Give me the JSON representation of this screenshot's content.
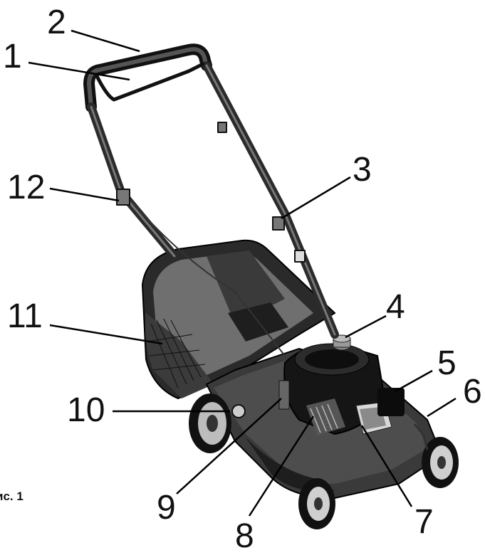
{
  "figure": {
    "caption": "ис. 1",
    "callouts": [
      {
        "id": "1",
        "label": "1"
      },
      {
        "id": "2",
        "label": "2"
      },
      {
        "id": "3",
        "label": "3"
      },
      {
        "id": "4",
        "label": "4"
      },
      {
        "id": "5",
        "label": "5"
      },
      {
        "id": "6",
        "label": "6"
      },
      {
        "id": "7",
        "label": "7"
      },
      {
        "id": "8",
        "label": "8"
      },
      {
        "id": "9",
        "label": "9"
      },
      {
        "id": "10",
        "label": "10"
      },
      {
        "id": "11",
        "label": "11"
      },
      {
        "id": "12",
        "label": "12"
      }
    ]
  }
}
